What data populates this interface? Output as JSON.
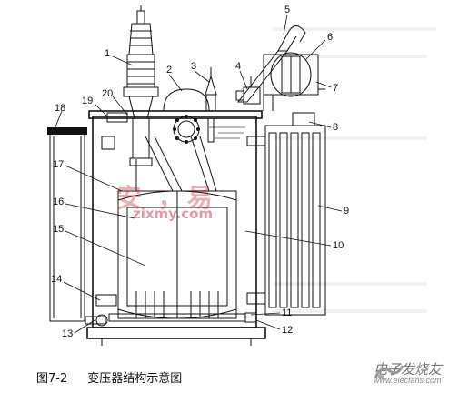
{
  "caption": {
    "fig": "图7-2",
    "title": "变压器结构示意图"
  },
  "watermark": {
    "main": "电子发烧友",
    "url": "elecfans.com",
    "overlay_text": "安 ，易",
    "overlay_url": "zixmy.com"
  },
  "logo": {
    "cn": "电子发烧友",
    "en": "www.elecfans.com"
  },
  "part_labels": [
    "1",
    "2",
    "3",
    "4",
    "5",
    "6",
    "7",
    "8",
    "9",
    "10",
    "11",
    "12",
    "13",
    "14",
    "15",
    "16",
    "17",
    "18",
    "19",
    "20"
  ]
}
